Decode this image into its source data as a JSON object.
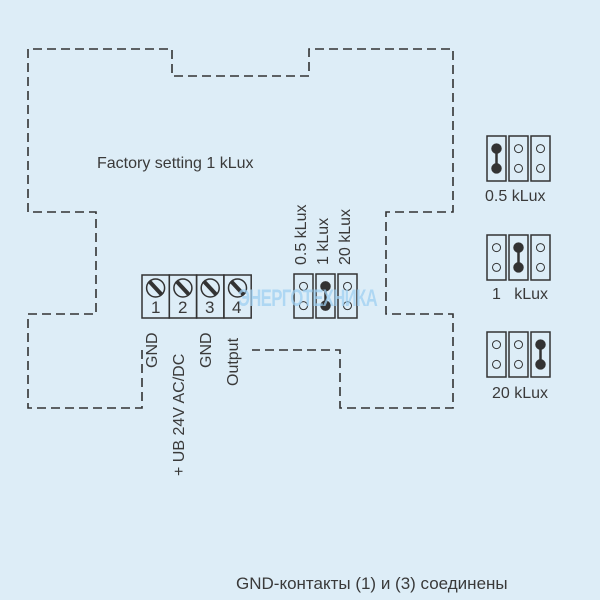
{
  "factory_setting": "Factory setting 1 kLux",
  "terminals": [
    {
      "number": "1",
      "label": "GND"
    },
    {
      "number": "2",
      "label": "+ UB 24V AC/DC"
    },
    {
      "number": "3",
      "label": "GND"
    },
    {
      "number": "4",
      "label": "Output"
    }
  ],
  "jumper_labels": [
    "0.5 kLux",
    "1  kLux",
    "20 kLux"
  ],
  "jumper_selected": 1,
  "legend": [
    {
      "label": "0.5 kLux",
      "selected": 0
    },
    {
      "label": "1   kLux",
      "selected": 1
    },
    {
      "label": "20 kLux",
      "selected": 2
    }
  ],
  "watermark": "ЭНЕРГОТЕХНИКА",
  "note": "GND-контакты (1) и (3) соединены",
  "colors": {
    "background": "#ddedf7",
    "line": "#333333",
    "watermark": "#9fd0f2"
  }
}
